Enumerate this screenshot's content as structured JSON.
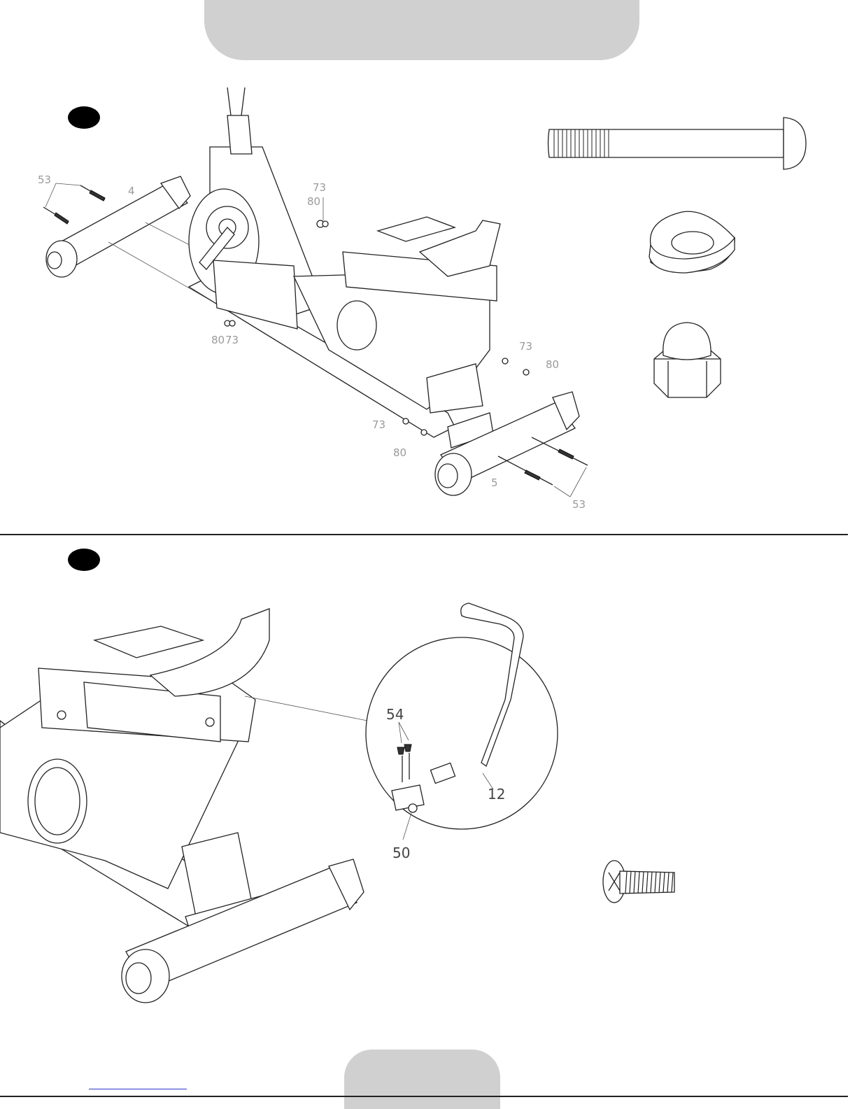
{
  "step1": {
    "labels": {
      "l53a": "53",
      "l4": "4",
      "l73a": "73",
      "l80a": "80",
      "l80b": "80",
      "l73b": "73",
      "l73c": "73",
      "l80c": "80",
      "l73d": "73",
      "l80d": "80",
      "l5": "5",
      "l53b": "53"
    },
    "parts": [
      "bolt-icon",
      "curved-washer-icon",
      "acorn-nut-icon"
    ]
  },
  "step2": {
    "labels": {
      "l54": "54",
      "l12": "12",
      "l50": "50"
    },
    "parts": [
      "screw-icon"
    ]
  },
  "colors": {
    "tab_gray": "#d0d0d0",
    "badge_black": "#000000",
    "label_gray": "#9a9a9a"
  }
}
